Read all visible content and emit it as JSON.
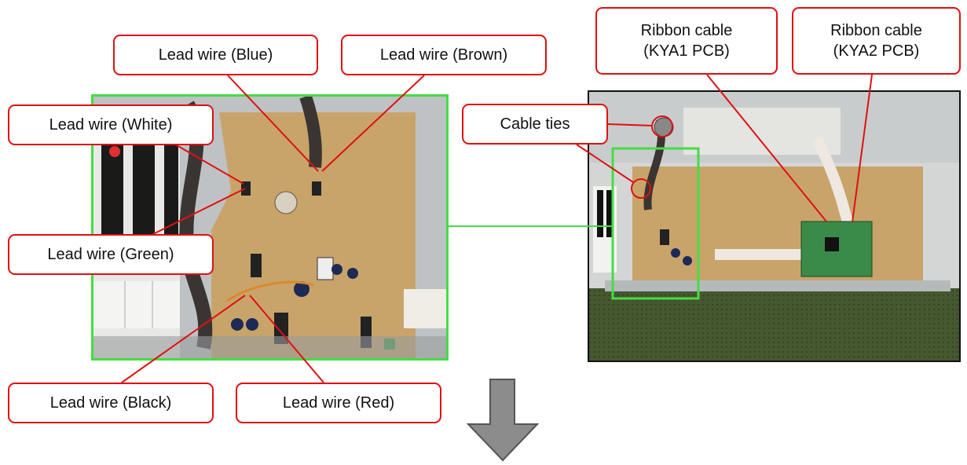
{
  "callouts": {
    "lead_blue": "Lead wire (Blue)",
    "lead_brown": "Lead wire (Brown)",
    "lead_white": "Lead wire (White)",
    "lead_green": "Lead wire (Green)",
    "lead_black": "Lead wire (Black)",
    "lead_red": "Lead wire (Red)",
    "cable_ties": "Cable ties",
    "ribbon_kya1_line1": "Ribbon cable",
    "ribbon_kya1_line2": "(KYA1 PCB)",
    "ribbon_kya2_line1": "Ribbon cable",
    "ribbon_kya2_line2": "(KYA2 PCB)"
  },
  "colors": {
    "callout_border": "#e01010",
    "leader_line": "#e01010",
    "highlight_frame": "#44dd44",
    "arrow_fill": "#8c8c8c",
    "pcb_tan": "#c8a46a"
  },
  "icons": {
    "down_arrow": "down-arrow-icon"
  }
}
